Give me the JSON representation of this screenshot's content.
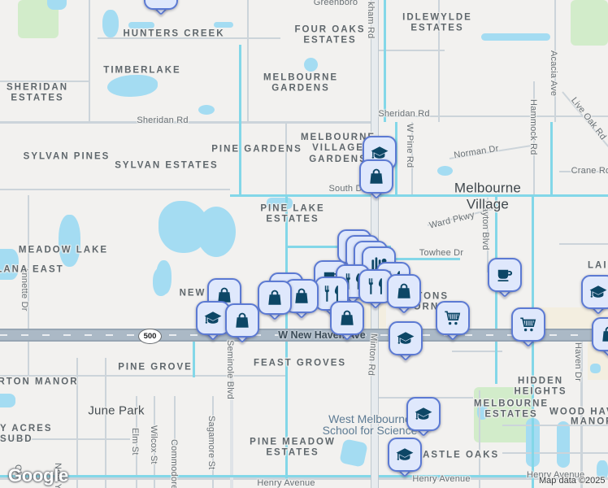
{
  "labels": {
    "hunters_creek": "HUNTERS CREEK",
    "timberlake": "TIMBERLAKE",
    "sheridan_estates_1": "SHERIDAN",
    "sheridan_estates_2": "ESTATES",
    "four_oaks_1": "FOUR OAKS",
    "four_oaks_2": "ESTATES",
    "idlewylde_1": "IDLEWYLDE",
    "idlewylde_2": "ESTATES",
    "melbourne_gardens_1": "MELBOURNE",
    "melbourne_gardens_2": "GARDENS",
    "sylvan_pines": "SYLVAN PINES",
    "sylvan_estates": "SYLVAN ESTATES",
    "mv_gardens_1": "MELBOURNE",
    "mv_gardens_2": "VILLAGE",
    "mv_gardens_3": "GARDENS",
    "pine_gardens": "PINE GARDENS",
    "pine_lake_1": "PINE LAKE",
    "pine_lake_2": "ESTATES",
    "meadow_lake": "MEADOW LAKE",
    "lana_east": "LANA EAST",
    "new_partial": "NEW",
    "mintons_1": "NTONS",
    "mintons_2": "ORNI",
    "pine_grove": "PINE GROVE",
    "feast_groves": "FEAST GROVES",
    "rton_manor": "RTON MANOR",
    "y_acres_1": "Y ACRES",
    "y_acres_2": "SUBD",
    "june_park": "June Park",
    "pine_meadow_1": "PINE MEADOW",
    "pine_meadow_2": "ESTATES",
    "melbourne_estates_1": "MELBOURNE",
    "melbourne_estates_2": "ESTATES",
    "hidden_heights_1": "HIDDEN",
    "hidden_heights_2": "HEIGHTS",
    "wood_haven_1": "WOOD HAVEN",
    "wood_haven_2": "MANOR",
    "castle_oaks": "CASTLE OAKS",
    "lai_partial": "LAI",
    "melbourne_village_1": "Melbourne",
    "melbourne_village_2": "Village"
  },
  "roads": {
    "sheridan": "Sheridan Rd",
    "greenboro": "Greenboro",
    "norman": "Norman Dr",
    "crane": "Crane Rd",
    "south": "South Dr",
    "ward": "Ward Pkwy",
    "towhee": "Towhee Dr",
    "new_haven": "W New Haven Ave",
    "henry": "Henry Avenue",
    "wickham_partial": "kham Rd",
    "w_pine": "W Pine Rd",
    "acacia": "Acacia Ave",
    "hammock": "Hammock Rd",
    "live_oak": "Live Oak Rd",
    "dayton": "Dayton Blvd",
    "annette": "Annette Dr",
    "minton": "Minton Rd",
    "seminole": "Seminole Blvd",
    "haven": "Haven Dr",
    "elm": "Elm St",
    "wilcox": "Wilcox St",
    "commodore": "Commodore",
    "sagamore": "Sagamore St",
    "new_york_partial": "New Y",
    "ok_partial": "Ok"
  },
  "poi": {
    "school_1": "West Melbourne",
    "school_2": "School for Science"
  },
  "shield": "500",
  "attribution": {
    "logo": "Google",
    "copyright": "Map data ©2025"
  },
  "marker_types": [
    "shopping",
    "education",
    "restaurant",
    "cafe",
    "grocery",
    "department-store"
  ],
  "colors": {
    "marker_bg": "#dfe8fc",
    "marker_border": "#5c7ad3",
    "marker_icon": "#0d4766",
    "water": "#a4dcf2",
    "canal": "#83d7e8",
    "park": "#d2ecca",
    "highway": "#abb9c6"
  }
}
